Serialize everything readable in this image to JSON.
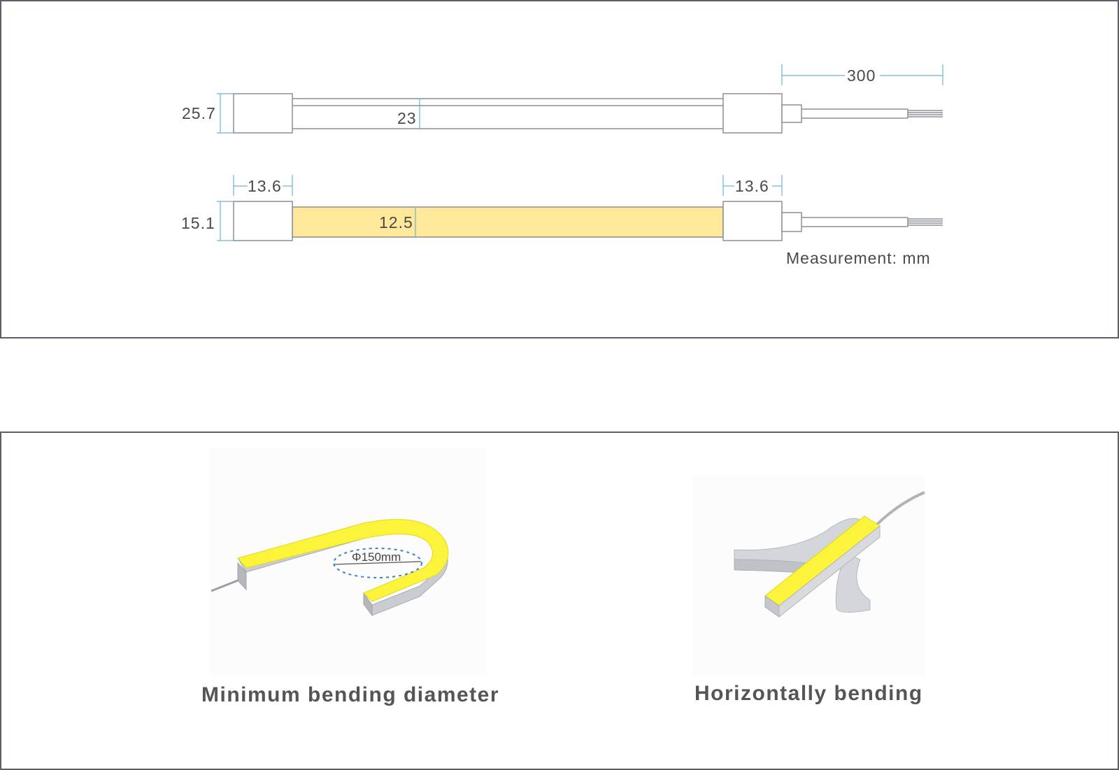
{
  "drawing": {
    "top_view": {
      "height_label": "25.7",
      "inner_label": "23",
      "cable_label": "300"
    },
    "side_view": {
      "height_label": "15.1",
      "inner_label": "12.5",
      "left_cap_label": "13.6",
      "right_cap_label": "13.6"
    },
    "unit_note": "Measurement: mm",
    "colors": {
      "dimension_line": "#6ab3d8",
      "outline": "#8a8f96",
      "led_fill": "#ffe89a",
      "led_bright": "#fbf43a"
    }
  },
  "illustrations": {
    "bend_diameter_label": "Φ150mm",
    "left_caption": "Minimum bending diameter",
    "right_caption": "Horizontally bending"
  }
}
